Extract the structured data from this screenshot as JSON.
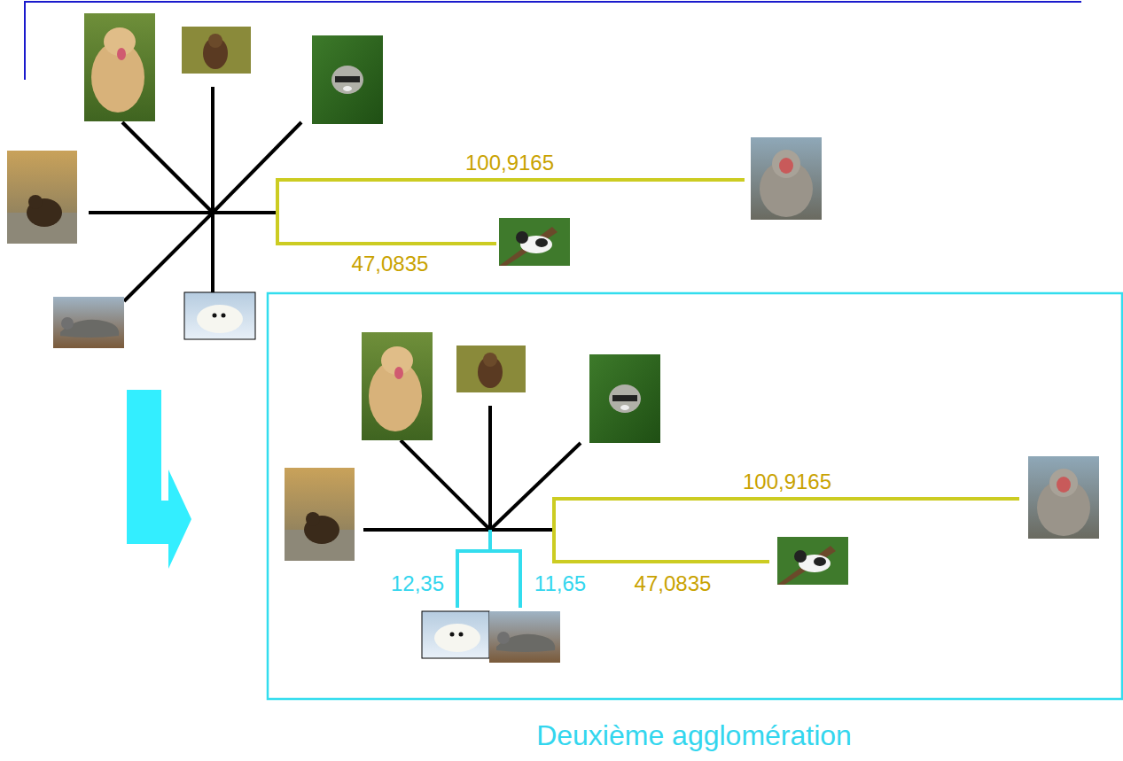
{
  "diagram": {
    "caption": "Deuxième agglomération",
    "labels": [
      "100,9165",
      "47,0835",
      "100,9165",
      "12,35",
      "11,65",
      "47,0835"
    ]
  }
}
